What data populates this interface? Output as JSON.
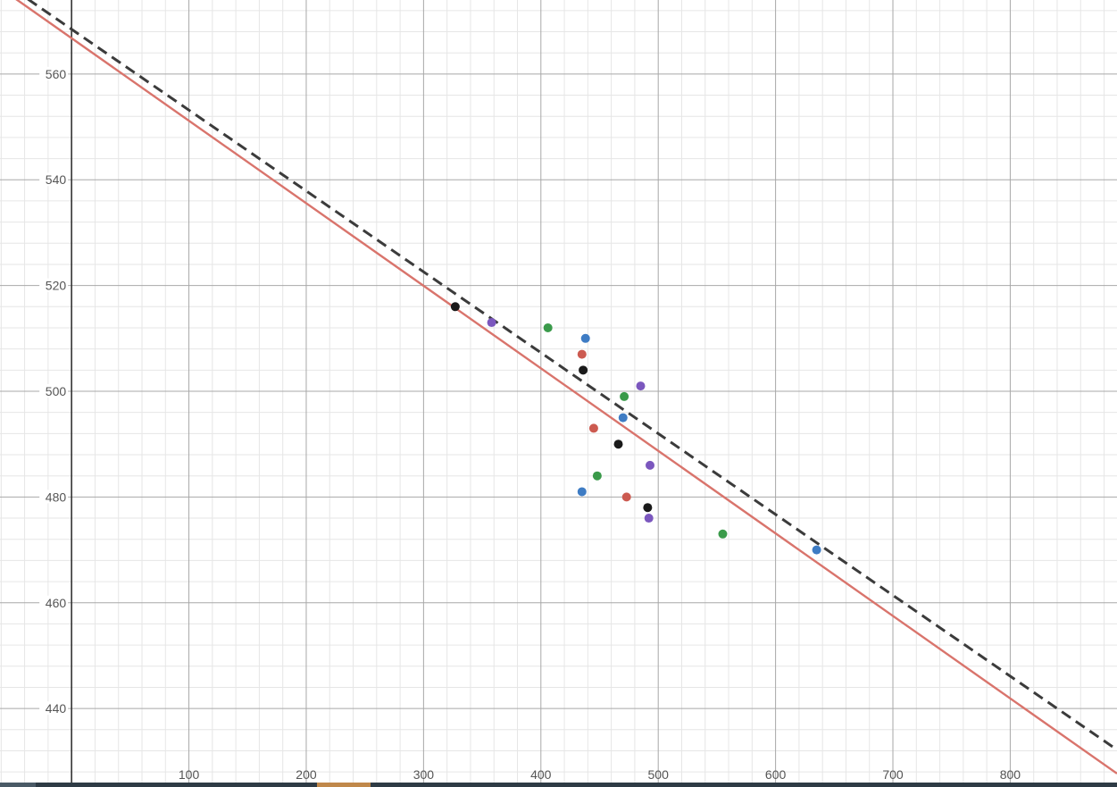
{
  "chart_data": {
    "type": "scatter",
    "xlim": [
      -61,
      891
    ],
    "ylim": [
      426,
      574
    ],
    "grid": true,
    "minor_grid": true,
    "x_ticks": [
      100,
      200,
      300,
      400,
      500,
      600,
      700,
      800
    ],
    "y_ticks": [
      440,
      460,
      480,
      500,
      520,
      540,
      560
    ],
    "x_tick_labels": [
      "100",
      "200",
      "300",
      "400",
      "500",
      "600",
      "700",
      "800"
    ],
    "y_tick_labels": [
      "440",
      "460",
      "480",
      "500",
      "520",
      "540",
      "560"
    ],
    "series": [
      {
        "color": "#1a1a1a",
        "points": [
          [
            327,
            516
          ],
          [
            436,
            504
          ],
          [
            466,
            490
          ],
          [
            491,
            478
          ]
        ]
      },
      {
        "color": "#7b57be",
        "points": [
          [
            358,
            513
          ],
          [
            485,
            501
          ],
          [
            493,
            486
          ],
          [
            492,
            476
          ]
        ]
      },
      {
        "color": "#3a9a4a",
        "points": [
          [
            406,
            512
          ],
          [
            471,
            499
          ],
          [
            448,
            484
          ],
          [
            555,
            473
          ]
        ]
      },
      {
        "color": "#3e7cc4",
        "points": [
          [
            438,
            510
          ],
          [
            470,
            495
          ],
          [
            435,
            481
          ],
          [
            635,
            470
          ]
        ]
      },
      {
        "color": "#cc5a50",
        "points": [
          [
            435,
            507
          ],
          [
            445,
            493
          ],
          [
            473,
            480
          ]
        ]
      }
    ],
    "lines": [
      {
        "style": "solid",
        "color": "#d9746c",
        "points": [
          [
            -61,
            576.3
          ],
          [
            891,
            427.7
          ]
        ]
      },
      {
        "style": "dashed",
        "color": "#3b3b3b",
        "points": [
          [
            -61,
            577.8
          ],
          [
            891,
            432.2
          ]
        ]
      }
    ]
  }
}
